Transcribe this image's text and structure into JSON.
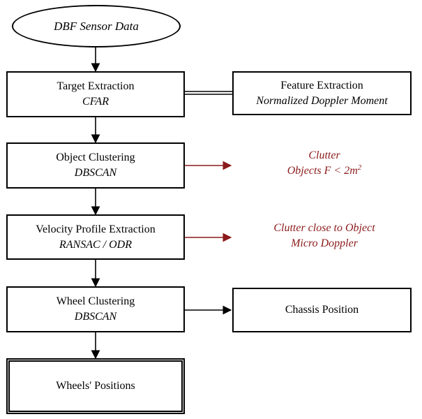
{
  "start": {
    "label": "DBF Sensor Data"
  },
  "steps": [
    {
      "title": "Target Extraction",
      "method": "CFAR"
    },
    {
      "title": "Object Clustering",
      "method": "DBSCAN"
    },
    {
      "title": "Velocity Profile Extraction",
      "method": "RANSAC / ODR"
    },
    {
      "title": "Wheel Clustering",
      "method": "DBSCAN"
    }
  ],
  "feature": {
    "title": "Feature Extraction",
    "method": "Normalized Doppler Moment"
  },
  "clutter_1": {
    "title": "Clutter",
    "line_prefix": "Objects F < 2m",
    "line_exponent": "2"
  },
  "clutter_2": {
    "title": "Clutter close to Object",
    "subtitle": "Micro Doppler"
  },
  "chassis": {
    "label": "Chassis Position"
  },
  "result": {
    "label": "Wheels' Positions"
  },
  "colors": {
    "line": "#000000",
    "note": "#8b1a1a"
  }
}
